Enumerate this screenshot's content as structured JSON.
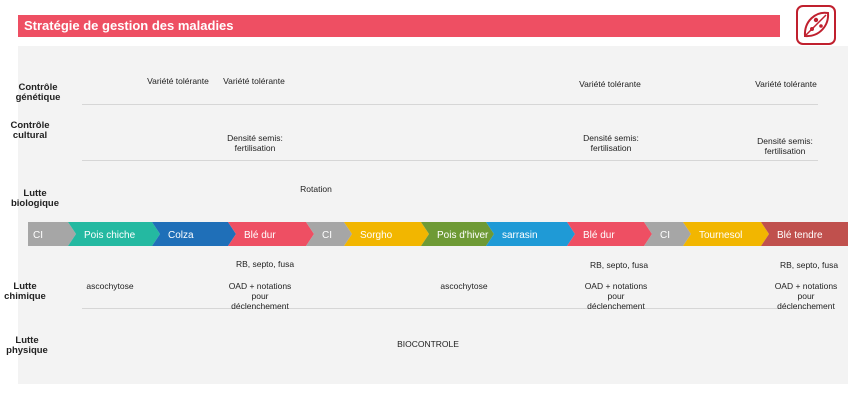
{
  "title": "Stratégie de gestion des maladies",
  "logo_icon": "diseased-leaf-icon",
  "rows": {
    "genetique": "Contrôle génétique",
    "cultural": "Contrôle cultural",
    "biologique": "Lutte biologique",
    "chimique": "Lutte chimique",
    "physique": "Lutte physique"
  },
  "notes": {
    "var1": "Variété tolérante",
    "var2": "Variété tolérante",
    "var3": "Variété tolérante",
    "var4": "Variété tolérante",
    "dens1": "Densité semis: fertilisation",
    "dens2": "Densité semis: fertilisation",
    "dens3": "Densité semis: fertilisation",
    "rotation": "Rotation",
    "rb1": "RB, septo, fusa",
    "rb2": "RB, septo, fusa",
    "rb3": "RB, septo, fusa",
    "asco1": "ascochytose",
    "asco2": "ascochytose",
    "oad1": "OAD + notations pour déclenchement",
    "oad2": "OAD + notations pour déclenchement",
    "oad3": "OAD + notations pour déclenchement",
    "biocontrole": "BIOCONTROLE"
  },
  "crops": [
    {
      "label": "CI",
      "color": "#a6a6a6"
    },
    {
      "label": "Pois chiche",
      "color": "#24b9a1"
    },
    {
      "label": "Colza",
      "color": "#1f6fb8"
    },
    {
      "label": "Blé dur",
      "color": "#ee4f63"
    },
    {
      "label": "CI",
      "color": "#a6a6a6"
    },
    {
      "label": "Sorgho",
      "color": "#f2b600"
    },
    {
      "label": "Pois d'hiver",
      "color": "#6e9a35"
    },
    {
      "label": "sarrasin",
      "color": "#1f9ad6"
    },
    {
      "label": "Blé dur",
      "color": "#ee4f63"
    },
    {
      "label": "CI",
      "color": "#a6a6a6"
    },
    {
      "label": "Tournesol",
      "color": "#f2b600"
    },
    {
      "label": "Blé tendre",
      "color": "#c0504d"
    }
  ]
}
